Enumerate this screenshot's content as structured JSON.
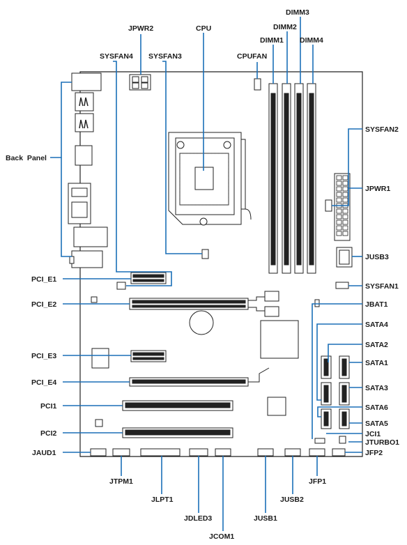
{
  "labels": {
    "jpwr2": "JPWR2",
    "cpu": "CPU",
    "dimm3": "DIMM3",
    "dimm2": "DIMM2",
    "dimm1": "DIMM1",
    "dimm4": "DIMM4",
    "sysfan4": "SYSFAN4",
    "sysfan3": "SYSFAN3",
    "cpufan": "CPUFAN",
    "sysfan2": "SYSFAN2",
    "back_panel": "Back  Panel",
    "jpwr1": "JPWR1",
    "jusb3": "JUSB3",
    "pci_e1": "PCI_E1",
    "sysfan1": "SYSFAN1",
    "pci_e2": "PCI_E2",
    "jbat1": "JBAT1",
    "sata4": "SATA4",
    "sata2": "SATA2",
    "pci_e3": "PCI_E3",
    "sata1": "SATA1",
    "pci_e4": "PCI_E4",
    "sata3": "SATA3",
    "pci1": "PCI1",
    "sata6": "SATA6",
    "sata5": "SATA5",
    "pci2": "PCI2",
    "jci1": "JCI1",
    "jturbo1": "JTURBO1",
    "jaud1": "JAUD1",
    "jfp2": "JFP2",
    "jtpm1": "JTPM1",
    "jfp1": "JFP1",
    "jlpt1": "JLPT1",
    "jusb2": "JUSB2",
    "jdled3": "JDLED3",
    "jusb1": "JUSB1",
    "jcom1": "JCOM1"
  },
  "colors": {
    "leader": "#1a6fb7",
    "outline": "#222222"
  }
}
